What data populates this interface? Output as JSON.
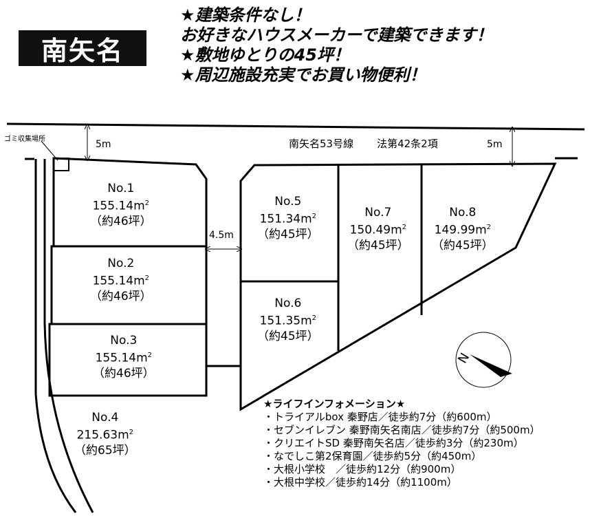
{
  "title": "南矢名",
  "headlines": [
    "★建築条件なし！",
    "お好きなハウスメーカーで建築できます！",
    "★敷地ゆとりの45坪！",
    "★周辺施設充実でお買い物便利！"
  ],
  "road": {
    "name": "南矢名53号線",
    "law": "法第42条2項",
    "width_left": "5m",
    "width_right": "5m",
    "inner_width": "4.5m"
  },
  "garbage_label": "ゴミ収集場所",
  "lots": [
    {
      "no": "No.1",
      "area": "155.14",
      "unit": "m",
      "tsubo": "（約46坪）"
    },
    {
      "no": "No.2",
      "area": "155.14",
      "unit": "m",
      "tsubo": "（約46坪）"
    },
    {
      "no": "No.3",
      "area": "155.14",
      "unit": "m",
      "tsubo": "（約46坪）"
    },
    {
      "no": "No.4",
      "area": "215.63",
      "unit": "m",
      "tsubo": "（約65坪）"
    },
    {
      "no": "No.5",
      "area": "151.34",
      "unit": "m",
      "tsubo": "（約45坪）"
    },
    {
      "no": "No.6",
      "area": "151.35",
      "unit": "m",
      "tsubo": "（約45坪）"
    },
    {
      "no": "No.7",
      "area": "150.49",
      "unit": "m",
      "tsubo": "（約45坪）"
    },
    {
      "no": "No.8",
      "area": "149.99",
      "unit": "m",
      "tsubo": "（約45坪）"
    }
  ],
  "area_superscript": "2",
  "compass_label": "N",
  "info": {
    "title": "★ライフインフォメーション★",
    "items": [
      "・トライアルbox 秦野店／徒歩約7分（約600m）",
      "・セブンイレブン 秦野南矢名南店／徒歩約7分（約500m）",
      "・クリエイトSD 秦野南矢名店／徒歩約3分（約230m）",
      "・なでしこ第2保育園／徒歩約5分（約450m）",
      "・大根小学校　／徒歩約12分（約900m）",
      "・大根中学校／徒歩約14分（約1100m）"
    ]
  }
}
